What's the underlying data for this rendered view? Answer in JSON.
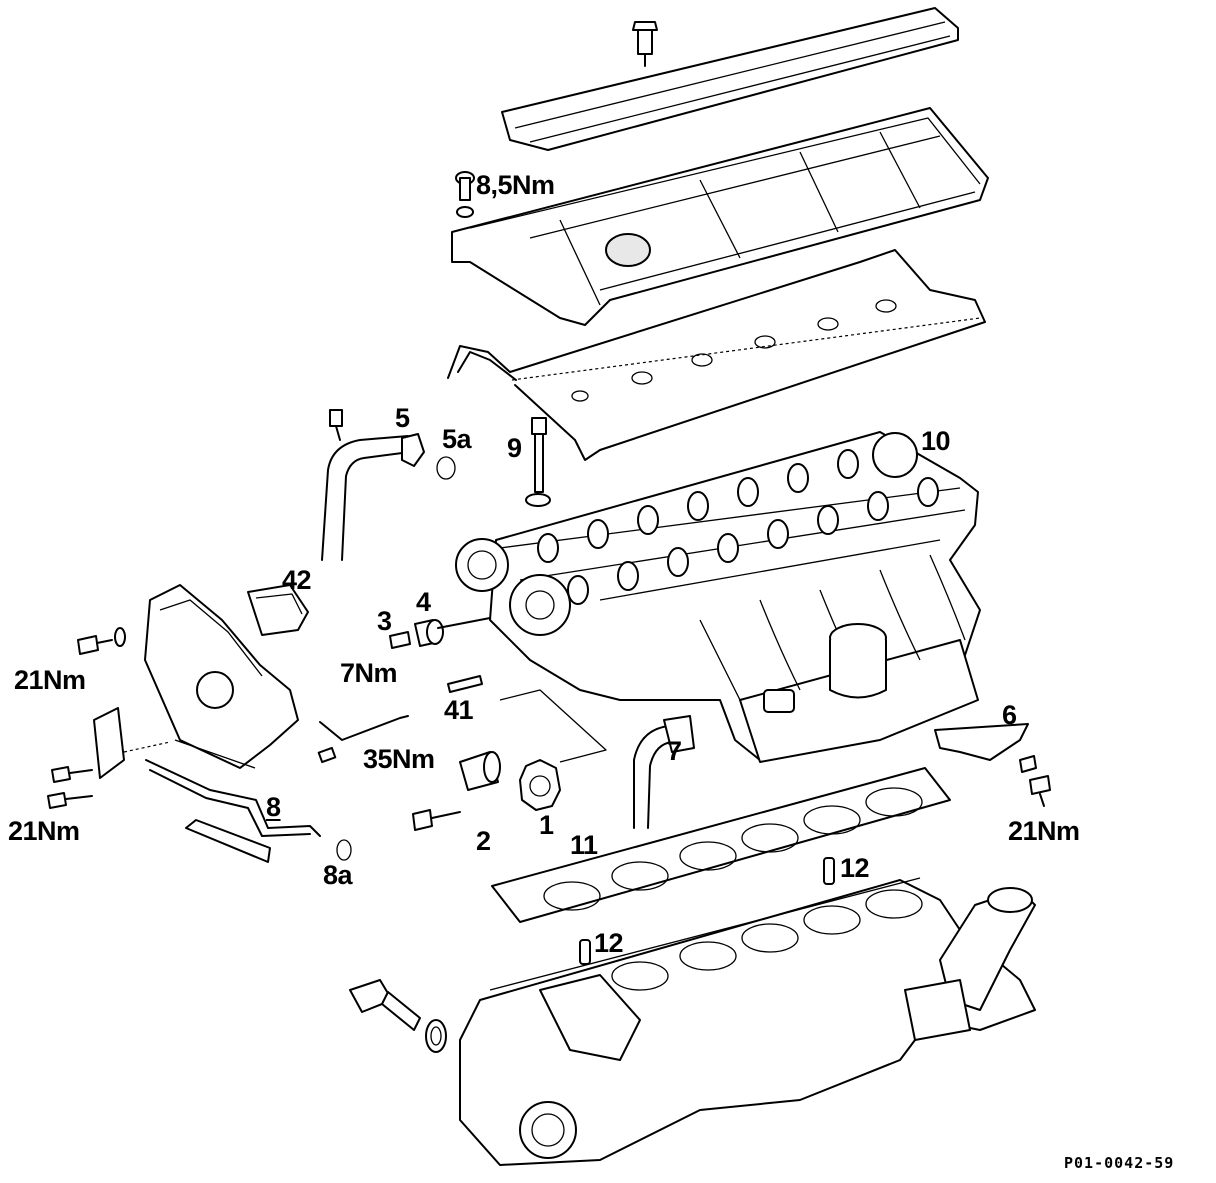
{
  "labels": {
    "torque_cover": "8,5Nm",
    "p5": "5",
    "p5a": "5a",
    "p9": "9",
    "p10": "10",
    "p42": "42",
    "p3": "3",
    "p4": "4",
    "torque_3": "7Nm",
    "p41": "41",
    "torque_left_top": "21Nm",
    "torque_left_bottom": "21Nm",
    "p8": "8",
    "p8a": "8a",
    "torque_2": "35Nm",
    "p2": "2",
    "p1": "1",
    "p7": "7",
    "p6": "6",
    "torque_right": "21Nm",
    "p11": "11",
    "p12_top": "12",
    "p12_bottom": "12"
  },
  "figure_code": "P01-0042-59"
}
